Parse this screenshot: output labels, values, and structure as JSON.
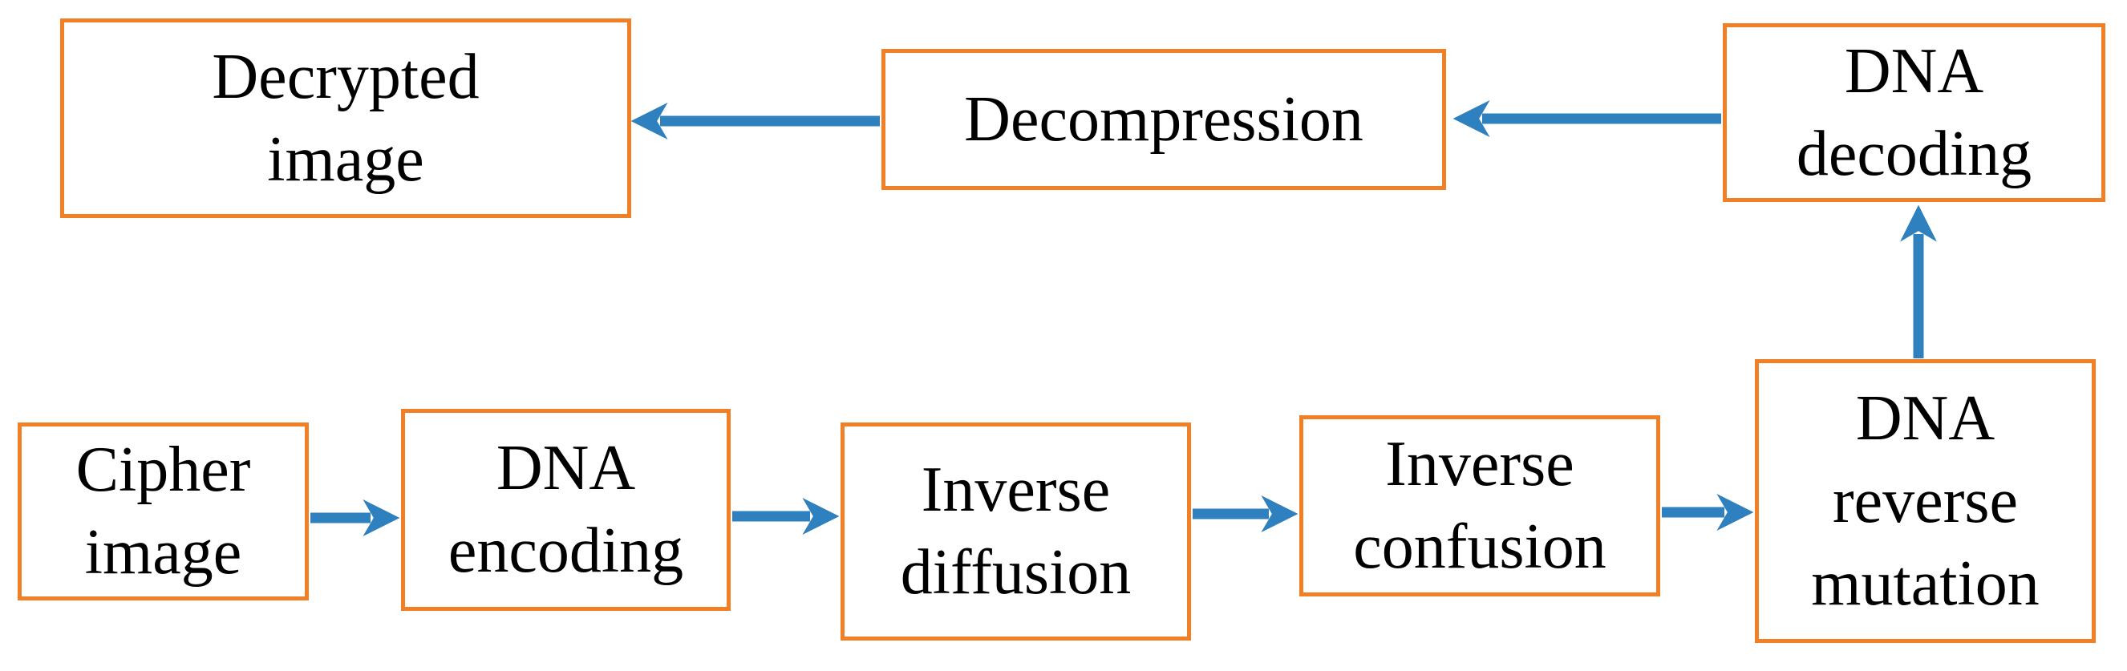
{
  "diagram": {
    "type": "flowchart",
    "description": "Image decryption pipeline flow diagram",
    "colors": {
      "background": "#ffffff",
      "box-border": "#F07F26",
      "arrow": "#2E80BE",
      "text": "#000000"
    },
    "nodes": [
      {
        "id": "decrypted-image",
        "label": "Decrypted image",
        "lines": [
          "Decrypted",
          "image"
        ]
      },
      {
        "id": "decompression",
        "label": "Decompression",
        "lines": [
          "Decompression"
        ]
      },
      {
        "id": "dna-decoding",
        "label": "DNA decoding",
        "lines": [
          "DNA",
          "decoding"
        ]
      },
      {
        "id": "cipher-image",
        "label": "Cipher image",
        "lines": [
          "Cipher",
          "image"
        ]
      },
      {
        "id": "dna-encoding",
        "label": "DNA encoding",
        "lines": [
          "DNA",
          "encoding"
        ]
      },
      {
        "id": "inverse-diffusion",
        "label": "Inverse diffusion",
        "lines": [
          "Inverse",
          "diffusion"
        ]
      },
      {
        "id": "inverse-confusion",
        "label": "Inverse confusion",
        "lines": [
          "Inverse",
          "confusion"
        ]
      },
      {
        "id": "dna-reverse-mutation",
        "label": "DNA reverse mutation",
        "lines": [
          "DNA",
          "reverse",
          "mutation"
        ]
      }
    ],
    "edges": [
      {
        "from": "cipher-image",
        "to": "dna-encoding",
        "direction": "right"
      },
      {
        "from": "dna-encoding",
        "to": "inverse-diffusion",
        "direction": "right"
      },
      {
        "from": "inverse-diffusion",
        "to": "inverse-confusion",
        "direction": "right"
      },
      {
        "from": "inverse-confusion",
        "to": "dna-reverse-mutation",
        "direction": "right"
      },
      {
        "from": "dna-reverse-mutation",
        "to": "dna-decoding",
        "direction": "up"
      },
      {
        "from": "dna-decoding",
        "to": "decompression",
        "direction": "left"
      },
      {
        "from": "decompression",
        "to": "decrypted-image",
        "direction": "left"
      }
    ]
  }
}
